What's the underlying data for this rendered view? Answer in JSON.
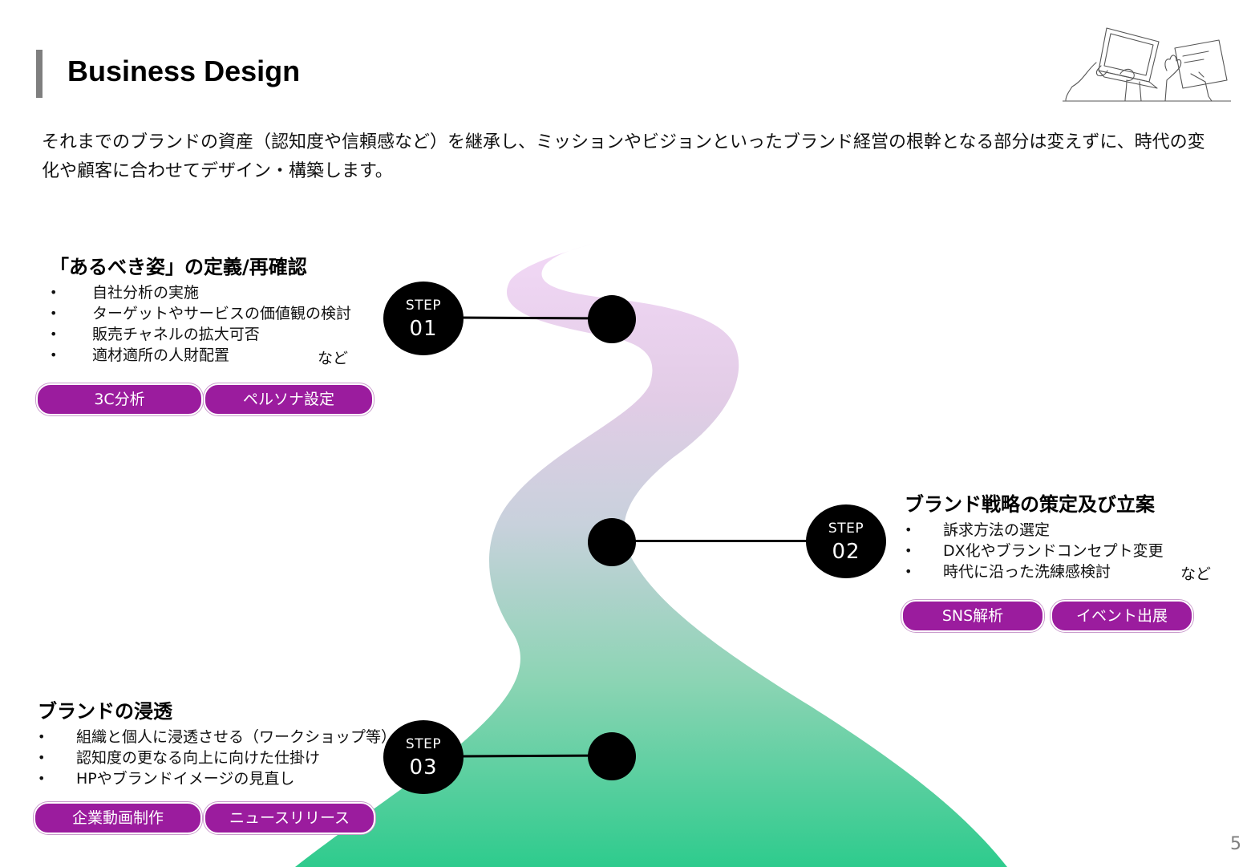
{
  "page": {
    "title": "Business Design",
    "intro": "それまでのブランドの資産（認知度や信頼感など）を継承し、ミッションやビジョンといったブランド経営の根幹となる部分は変えずに、時代の変化や顧客に合わせてデザイン・構築します。",
    "page_number": "5"
  },
  "steps": [
    {
      "label": "STEP",
      "number": "01",
      "heading": "「あるべき姿」の定義/再確認",
      "items": [
        "自社分析の実施",
        "ターゲットやサービスの価値観の検討",
        "販売チャネルの拡大可否",
        "適材適所の人財配置"
      ],
      "suffix": "など",
      "tags": [
        "3C分析",
        "ペルソナ設定"
      ]
    },
    {
      "label": "STEP",
      "number": "02",
      "heading": "ブランド戦略の策定及び立案",
      "items": [
        "訴求方法の選定",
        "DX化やブランドコンセプト変更",
        "時代に沿った洗練感検討"
      ],
      "suffix": "など",
      "tags": [
        "SNS解析",
        "イベント出展"
      ]
    },
    {
      "label": "STEP",
      "number": "03",
      "heading": "ブランドの浸透",
      "items": [
        "組織と個人に浸透させる（ワークショップ等）",
        "認知度の更なる向上に向けた仕掛け",
        "HPやブランドイメージの見直し"
      ],
      "tags": [
        "企業動画制作",
        "ニュースリリース"
      ]
    }
  ],
  "colors": {
    "tag_fill": "#9b1c9e",
    "road_top": "#ecd3f0",
    "road_mid": "#c9d3dc",
    "road_bottom": "#33cc91"
  },
  "icons": {
    "illustration": "hands-laptop-sketch-icon"
  }
}
